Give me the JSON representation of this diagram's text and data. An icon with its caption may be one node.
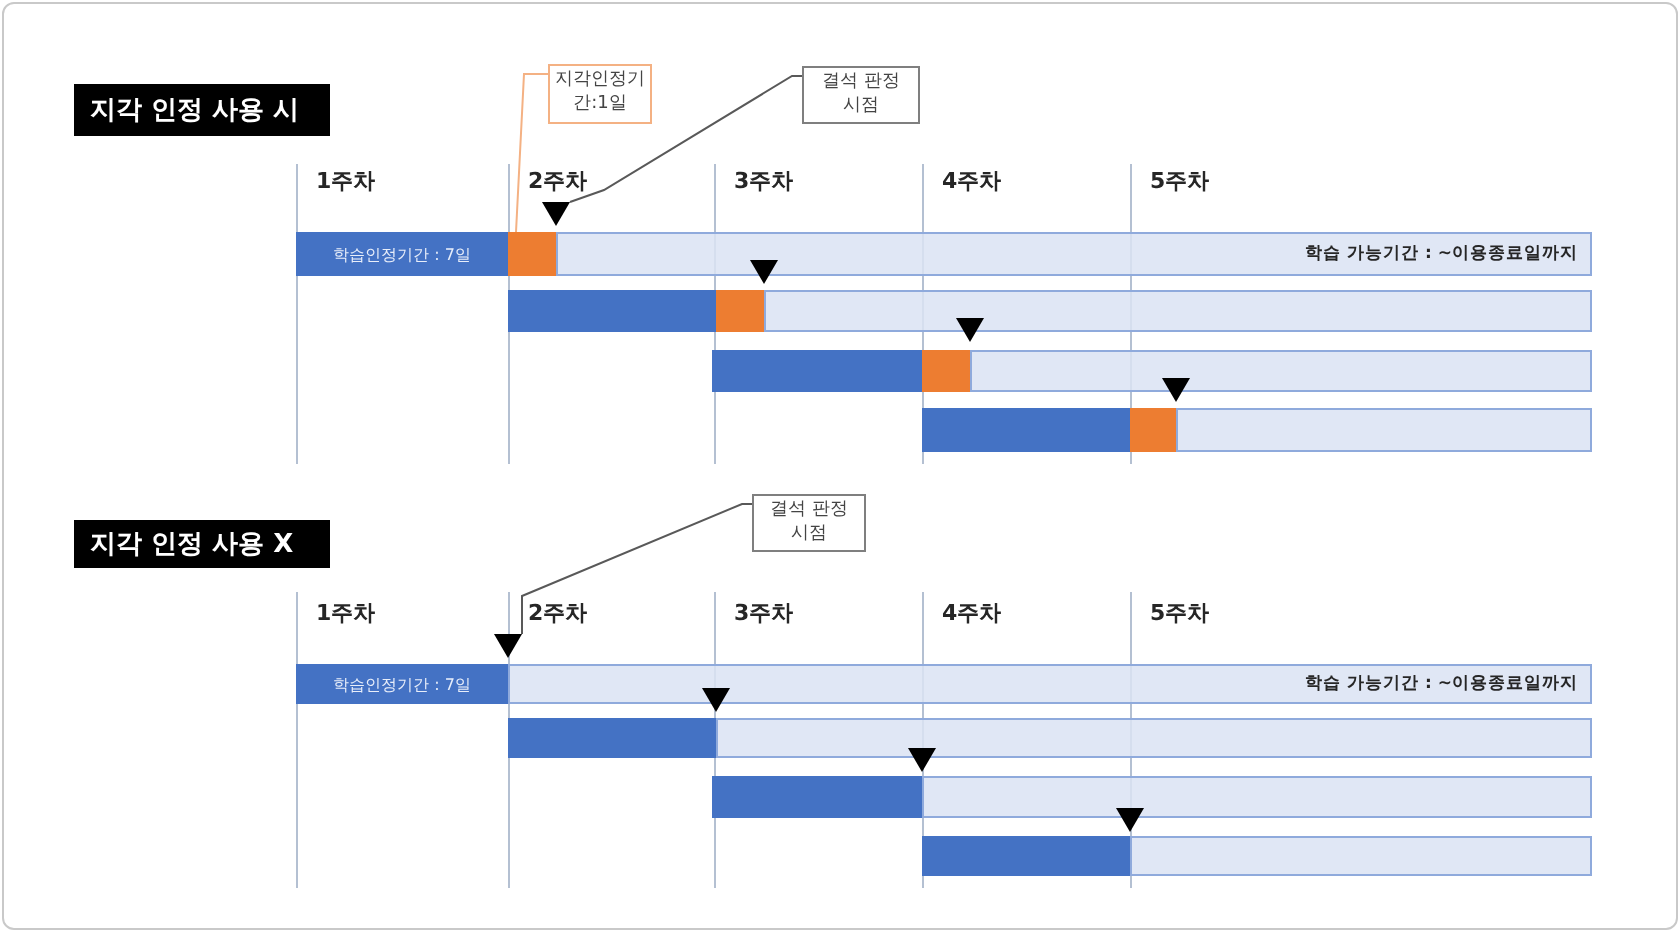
{
  "diagram": {
    "nodes": [
      {
        "text": [
          "지각 인정 사용 시"
        ]
      },
      {
        "text": [
          "지각인정기간:1일"
        ]
      },
      {
        "text": [
          "결석 판정 시점"
        ]
      },
      {
        "text": [],
        "shape": "triangle"
      },
      {
        "text": [
          "학습인정기간 : 7일"
        ]
      },
      {
        "text": [],
        "shape": "bar"
      },
      {
        "text": [
          "학습 가능기간 : ~이용종료일까지"
        ]
      },
      {
        "text": [],
        "shape": "triangle"
      },
      {
        "text": [],
        "shape": "bar"
      },
      {
        "text": [],
        "shape": "bar"
      },
      {
        "text": [],
        "shape": "bar"
      },
      {
        "text": [],
        "shape": "triangle"
      },
      {
        "text": [],
        "shape": "bar"
      },
      {
        "text": [],
        "shape": "bar"
      },
      {
        "text": [],
        "shape": "bar"
      },
      {
        "text": [],
        "shape": "triangle"
      },
      {
        "text": [],
        "shape": "bar"
      },
      {
        "text": [],
        "shape": "bar"
      },
      {
        "text": [],
        "shape": "bar"
      },
      {
        "text": [
          "지각 인정 사용 X"
        ]
      },
      {
        "text": [
          "결석 판정 시점"
        ]
      },
      {
        "text": [],
        "shape": "triangle"
      },
      {
        "text": [
          "학습인정기간 : 7일"
        ]
      },
      {
        "text": [
          "학습 가능기간 : ~이용종료일까지"
        ]
      },
      {
        "text": [],
        "shape": "triangle"
      },
      {
        "text": [],
        "shape": "bar"
      },
      {
        "text": [],
        "shape": "bar"
      },
      {
        "text": [],
        "shape": "triangle"
      },
      {
        "text": [],
        "shape": "bar"
      },
      {
        "text": [],
        "shape": "bar"
      },
      {
        "text": [],
        "shape": "triangle"
      },
      {
        "text": [],
        "shape": "bar"
      },
      {
        "text": [],
        "shape": "bar"
      }
    ],
    "edges": [
      {
        "from": 1,
        "to": 5,
        "arrow": "none",
        "color": "#f4b183"
      },
      {
        "from": 2,
        "to": 3,
        "arrow": "none"
      },
      {
        "from": 20,
        "to": 21,
        "arrow": "none"
      }
    ],
    "labels": [
      "1주차",
      "2주차",
      "3주차",
      "4주차",
      "5주차",
      "1주차",
      "2주차",
      "3주차",
      "4주차",
      "5주차"
    ]
  }
}
